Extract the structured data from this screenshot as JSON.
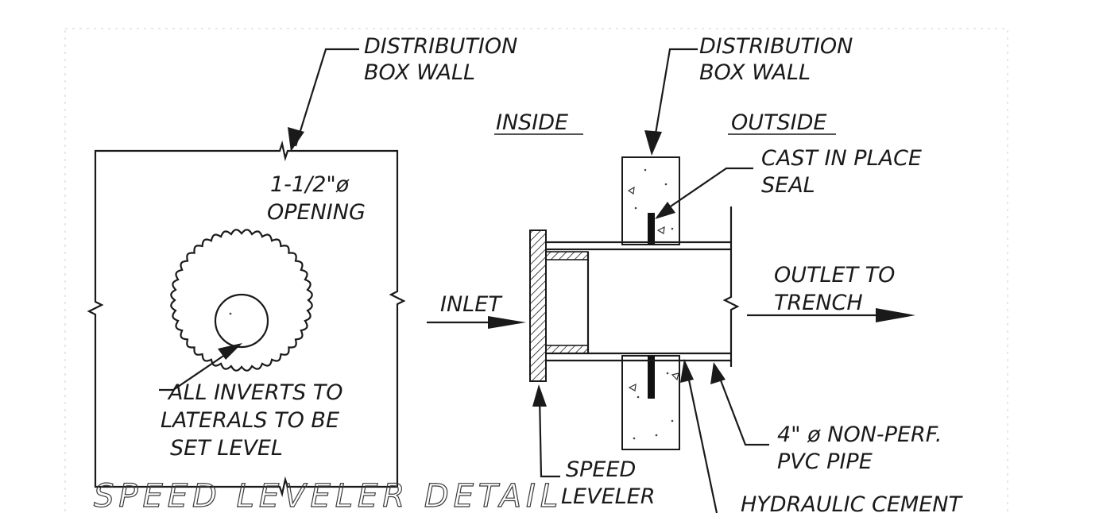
{
  "title": "SPEED LEVELER DETAIL",
  "labels": {
    "dist_wall_left": [
      "DISTRIBUTION",
      "BOX WALL"
    ],
    "dist_wall_right": [
      "DISTRIBUTION",
      "BOX WALL"
    ],
    "opening": [
      "1-1/2\"ø",
      "OPENING"
    ],
    "inverts": [
      "ALL INVERTS TO",
      "LATERALS TO BE",
      "SET LEVEL"
    ],
    "inside": "INSIDE",
    "outside": "OUTSIDE",
    "seal": [
      "CAST IN PLACE",
      "SEAL"
    ],
    "inlet": "INLET",
    "outlet": [
      "OUTLET TO",
      "TRENCH"
    ],
    "speed_leveler": [
      "SPEED",
      "LEVELER"
    ],
    "pvc_pipe": [
      "4\" ø NON-PERF.",
      "PVC PIPE"
    ],
    "hydraulic_cement": "HYDRAULIC CEMENT"
  }
}
